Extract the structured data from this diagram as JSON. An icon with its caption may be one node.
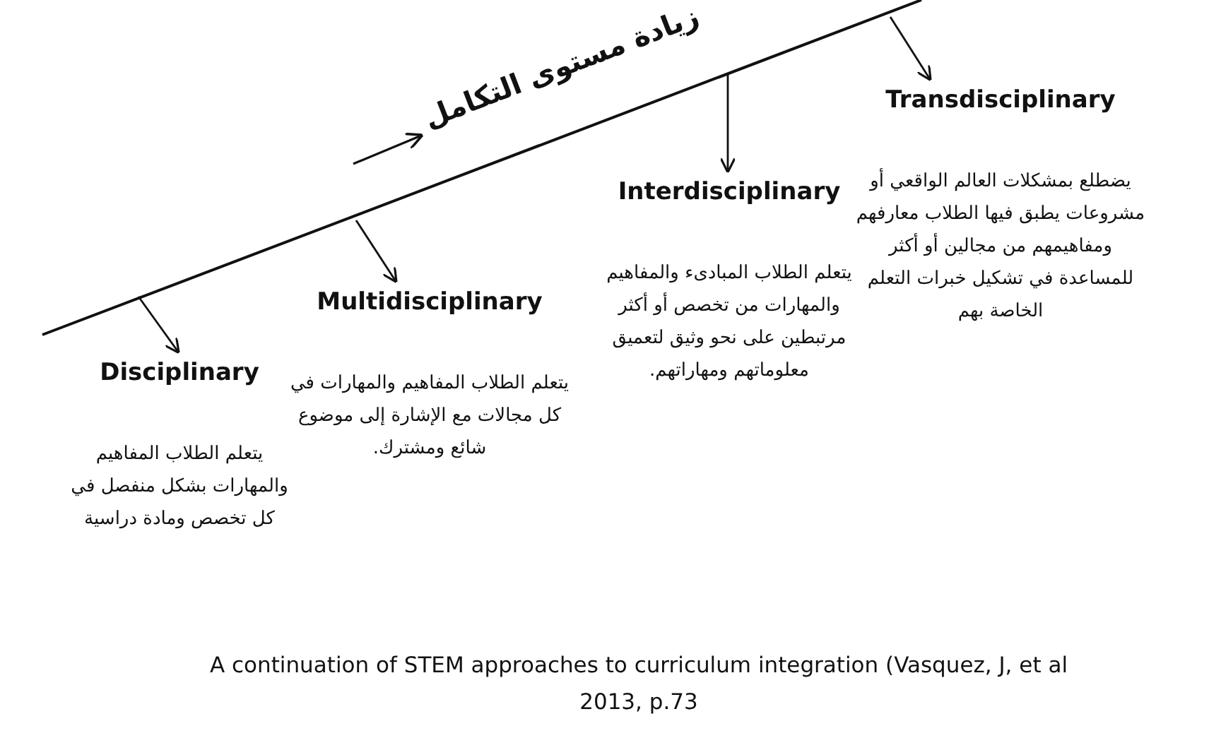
{
  "diagram": {
    "caption": "A continuation of STEM approaches to curriculum integration (Vasquez, J, et al 2013, p.73",
    "nodes": [
      {
        "text": [
          "Disciplinary",
          "يتعلم الطلاب المفاهيم والمهارات بشكل منفصل في كل تخصص ومادة دراسية"
        ]
      },
      {
        "text": [
          "Multidisciplinary",
          "يتعلم الطلاب المفاهيم والمهارات في كل مجالات مع الإشارة إلى موضوع شائع ومشترك."
        ]
      },
      {
        "text": [
          "Interdisciplinary",
          "يتعلم الطلاب المبادىء والمفاهيم والمهارات من تخصص أو أكثر مرتبطين على نحو وثيق لتعميق معلوماتهم ومهاراتهم."
        ]
      },
      {
        "text": [
          "Transdisciplinary",
          "يضطلع بمشكلات العالم الواقعي أو مشروعات يطبق فيها الطلاب معارفهم ومفاهيمهم من مجالين أو أكثر للمساعدة في تشكيل خبرات التعلم الخاصة بهم"
        ]
      }
    ],
    "edges": [
      {
        "from": null,
        "to": 0,
        "arrow": "to"
      },
      {
        "from": null,
        "to": 1,
        "arrow": "to"
      },
      {
        "from": null,
        "to": 2,
        "arrow": "to"
      },
      {
        "from": null,
        "to": 3,
        "arrow": "to"
      }
    ],
    "labels": [
      "زيادة مستوى التكامل"
    ]
  }
}
